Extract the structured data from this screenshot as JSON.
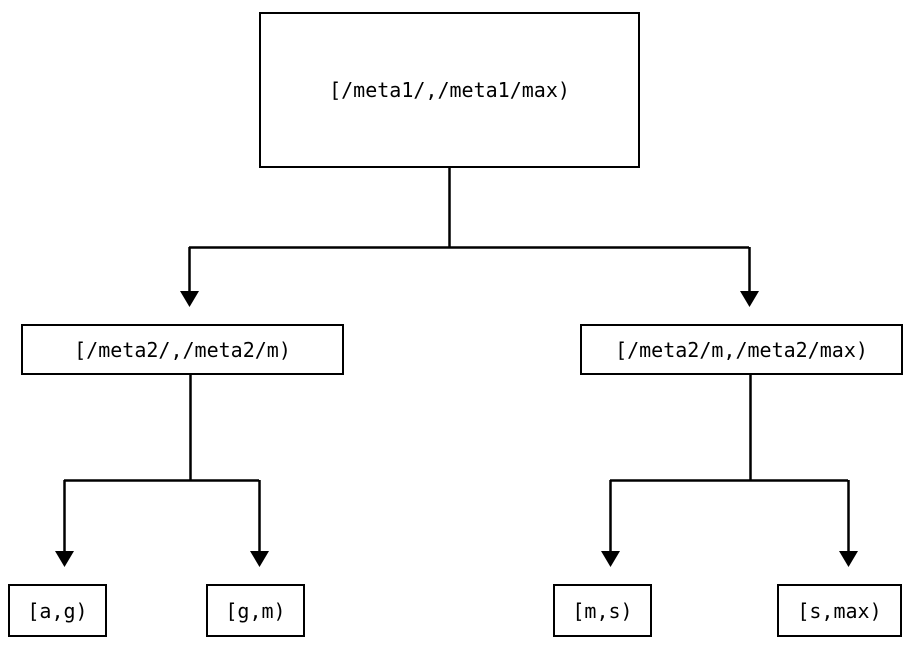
{
  "diagram": {
    "type": "binary-interval-tree",
    "title": "",
    "background_color": "#ffffff",
    "line_color": "#000000",
    "text_color": "#000000",
    "nodes": {
      "root": {
        "label": "[/meta1/,/meta1/max)",
        "level": 0
      },
      "mid_left": {
        "label": "[/meta2/,/meta2/m)",
        "level": 1
      },
      "mid_right": {
        "label": "[/meta2/m,/meta2/max)",
        "level": 1
      },
      "leaf_1": {
        "label": "[a,g)",
        "level": 2
      },
      "leaf_2": {
        "label": "[g,m)",
        "level": 2
      },
      "leaf_3": {
        "label": "[m,s)",
        "level": 2
      },
      "leaf_4": {
        "label": "[s,max)",
        "level": 2
      }
    }
  }
}
